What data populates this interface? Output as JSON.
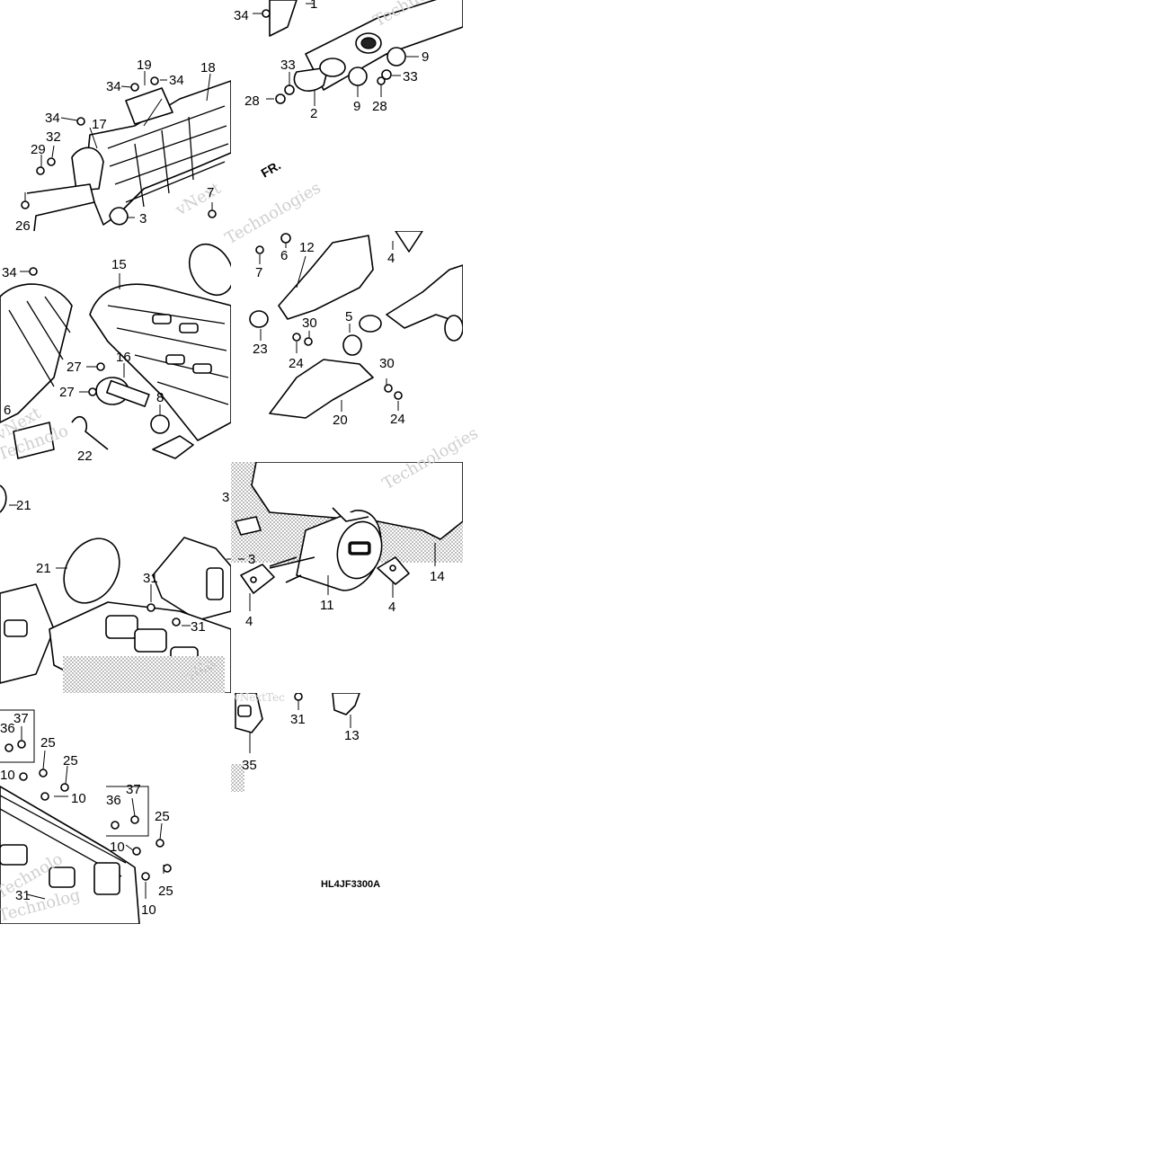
{
  "diagram": {
    "code": "HL4JF3300A",
    "direction_label": "FR.",
    "watermarks": [
      "vNext",
      "Technologies",
      "vNext",
      "Technolo",
      "Techno",
      "vNextTec",
      "Technologies",
      "vNe",
      "Technolo",
      "Technolog"
    ],
    "callouts": [
      {
        "id": "c1",
        "label": "1"
      },
      {
        "id": "c2",
        "label": "2"
      },
      {
        "id": "c3a",
        "label": "3"
      },
      {
        "id": "c3b",
        "label": "3"
      },
      {
        "id": "c3c",
        "label": "3"
      },
      {
        "id": "c4a",
        "label": "4"
      },
      {
        "id": "c4b",
        "label": "4"
      },
      {
        "id": "c4c",
        "label": "4"
      },
      {
        "id": "c5",
        "label": "5"
      },
      {
        "id": "c6a",
        "label": "6"
      },
      {
        "id": "c6b",
        "label": "6"
      },
      {
        "id": "c7a",
        "label": "7"
      },
      {
        "id": "c7b",
        "label": "7"
      },
      {
        "id": "c8",
        "label": "8"
      },
      {
        "id": "c9a",
        "label": "9"
      },
      {
        "id": "c9b",
        "label": "9"
      },
      {
        "id": "c10a",
        "label": "10"
      },
      {
        "id": "c10b",
        "label": "10"
      },
      {
        "id": "c10c",
        "label": "10"
      },
      {
        "id": "c10d",
        "label": "10"
      },
      {
        "id": "c11",
        "label": "11"
      },
      {
        "id": "c12",
        "label": "12"
      },
      {
        "id": "c13",
        "label": "13"
      },
      {
        "id": "c14",
        "label": "14"
      },
      {
        "id": "c15",
        "label": "15"
      },
      {
        "id": "c16",
        "label": "16"
      },
      {
        "id": "c17",
        "label": "17"
      },
      {
        "id": "c18",
        "label": "18"
      },
      {
        "id": "c19",
        "label": "19"
      },
      {
        "id": "c20",
        "label": "20"
      },
      {
        "id": "c21a",
        "label": "21"
      },
      {
        "id": "c21b",
        "label": "21"
      },
      {
        "id": "c22",
        "label": "22"
      },
      {
        "id": "c23",
        "label": "23"
      },
      {
        "id": "c24a",
        "label": "24"
      },
      {
        "id": "c24b",
        "label": "24"
      },
      {
        "id": "c25a",
        "label": "25"
      },
      {
        "id": "c25b",
        "label": "25"
      },
      {
        "id": "c25c",
        "label": "25"
      },
      {
        "id": "c25d",
        "label": "25"
      },
      {
        "id": "c26",
        "label": "26"
      },
      {
        "id": "c27a",
        "label": "27"
      },
      {
        "id": "c27b",
        "label": "27"
      },
      {
        "id": "c28a",
        "label": "28"
      },
      {
        "id": "c28b",
        "label": "28"
      },
      {
        "id": "c29",
        "label": "29"
      },
      {
        "id": "c30a",
        "label": "30"
      },
      {
        "id": "c30b",
        "label": "30"
      },
      {
        "id": "c31a",
        "label": "31"
      },
      {
        "id": "c31b",
        "label": "31"
      },
      {
        "id": "c31c",
        "label": "31"
      },
      {
        "id": "c31d",
        "label": "31"
      },
      {
        "id": "c32",
        "label": "32"
      },
      {
        "id": "c33a",
        "label": "33"
      },
      {
        "id": "c33b",
        "label": "33"
      },
      {
        "id": "c34a",
        "label": "34"
      },
      {
        "id": "c34b",
        "label": "34"
      },
      {
        "id": "c34c",
        "label": "34"
      },
      {
        "id": "c34d",
        "label": "34"
      },
      {
        "id": "c34e",
        "label": "34"
      },
      {
        "id": "c35",
        "label": "35"
      },
      {
        "id": "c36a",
        "label": "36"
      },
      {
        "id": "c36b",
        "label": "36"
      },
      {
        "id": "c37a",
        "label": "37"
      },
      {
        "id": "c37b",
        "label": "37"
      }
    ]
  }
}
